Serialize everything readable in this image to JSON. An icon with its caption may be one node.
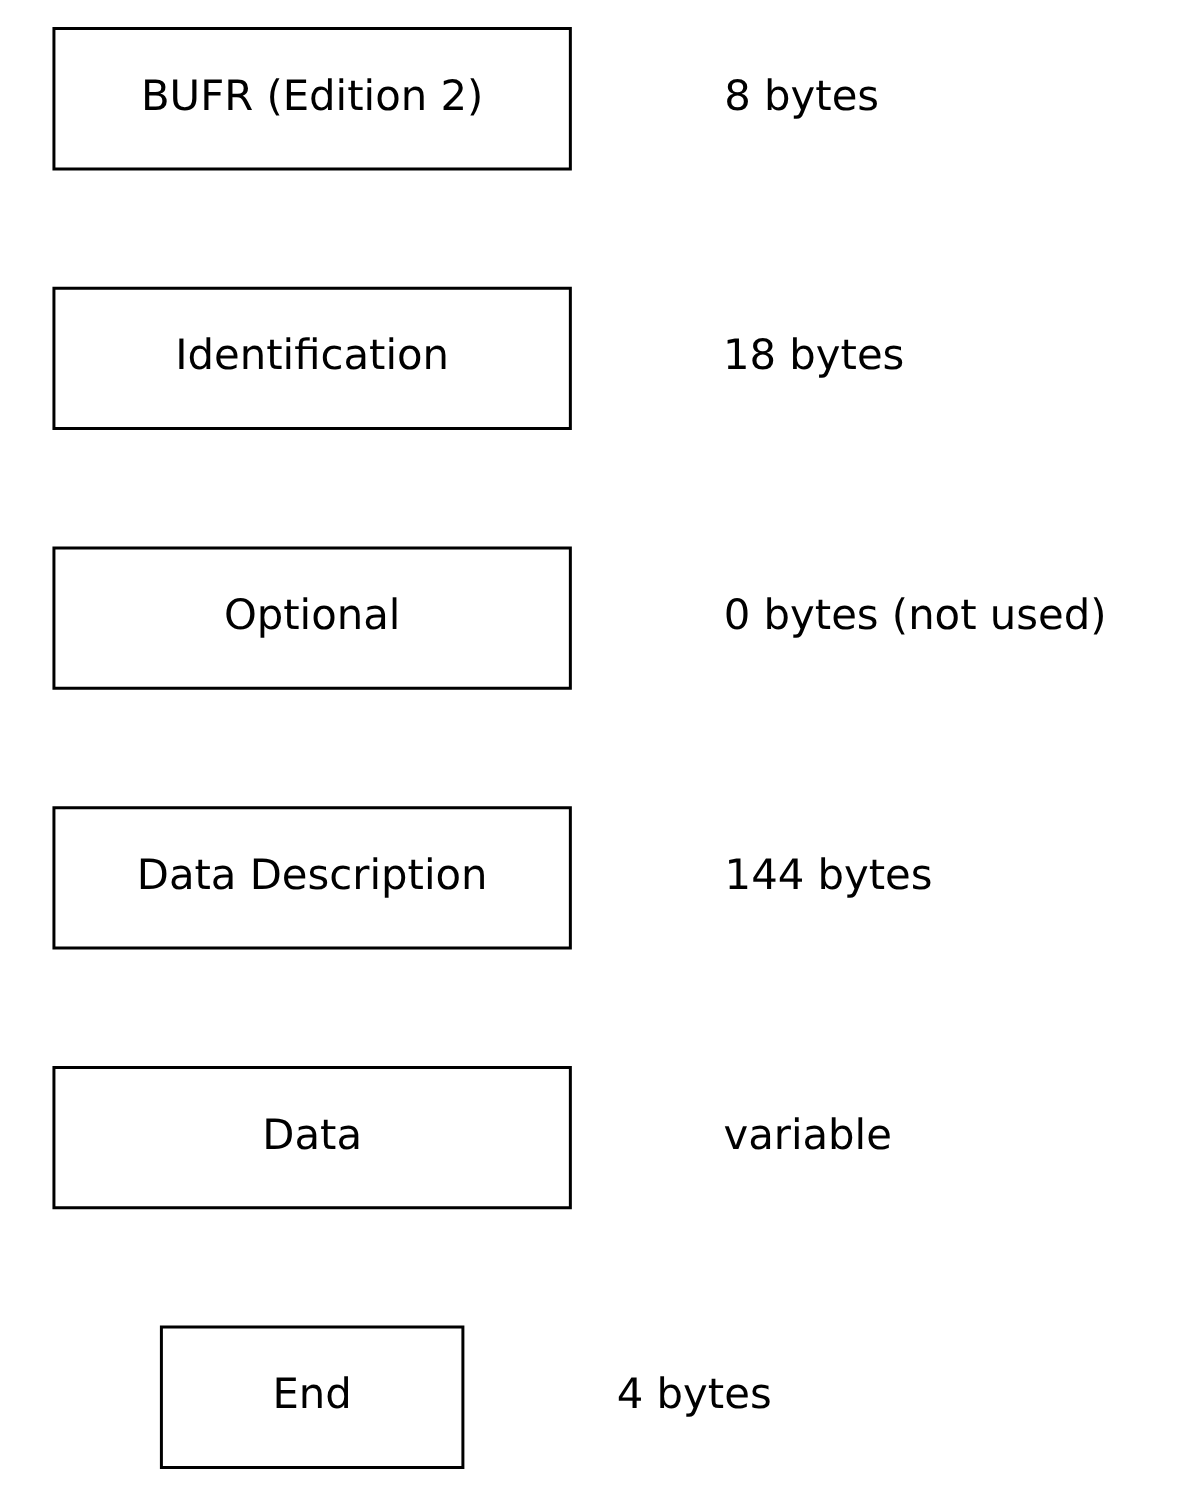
{
  "diagram": {
    "nodes": [
      {
        "text": [
          "BUFR (Edition 2)"
        ],
        "beside": [
          "8 bytes"
        ]
      },
      {
        "text": [
          "Identification"
        ],
        "beside": [
          "18 bytes"
        ]
      },
      {
        "text": [
          "Optional"
        ],
        "beside": [
          "0 bytes (not used)"
        ]
      },
      {
        "text": [
          "Data Description"
        ],
        "beside": [
          "144 bytes"
        ]
      },
      {
        "text": [
          "Data"
        ],
        "beside": [
          "variable"
        ]
      },
      {
        "text": [
          "End"
        ],
        "beside": [
          "4 bytes"
        ]
      }
    ]
  }
}
